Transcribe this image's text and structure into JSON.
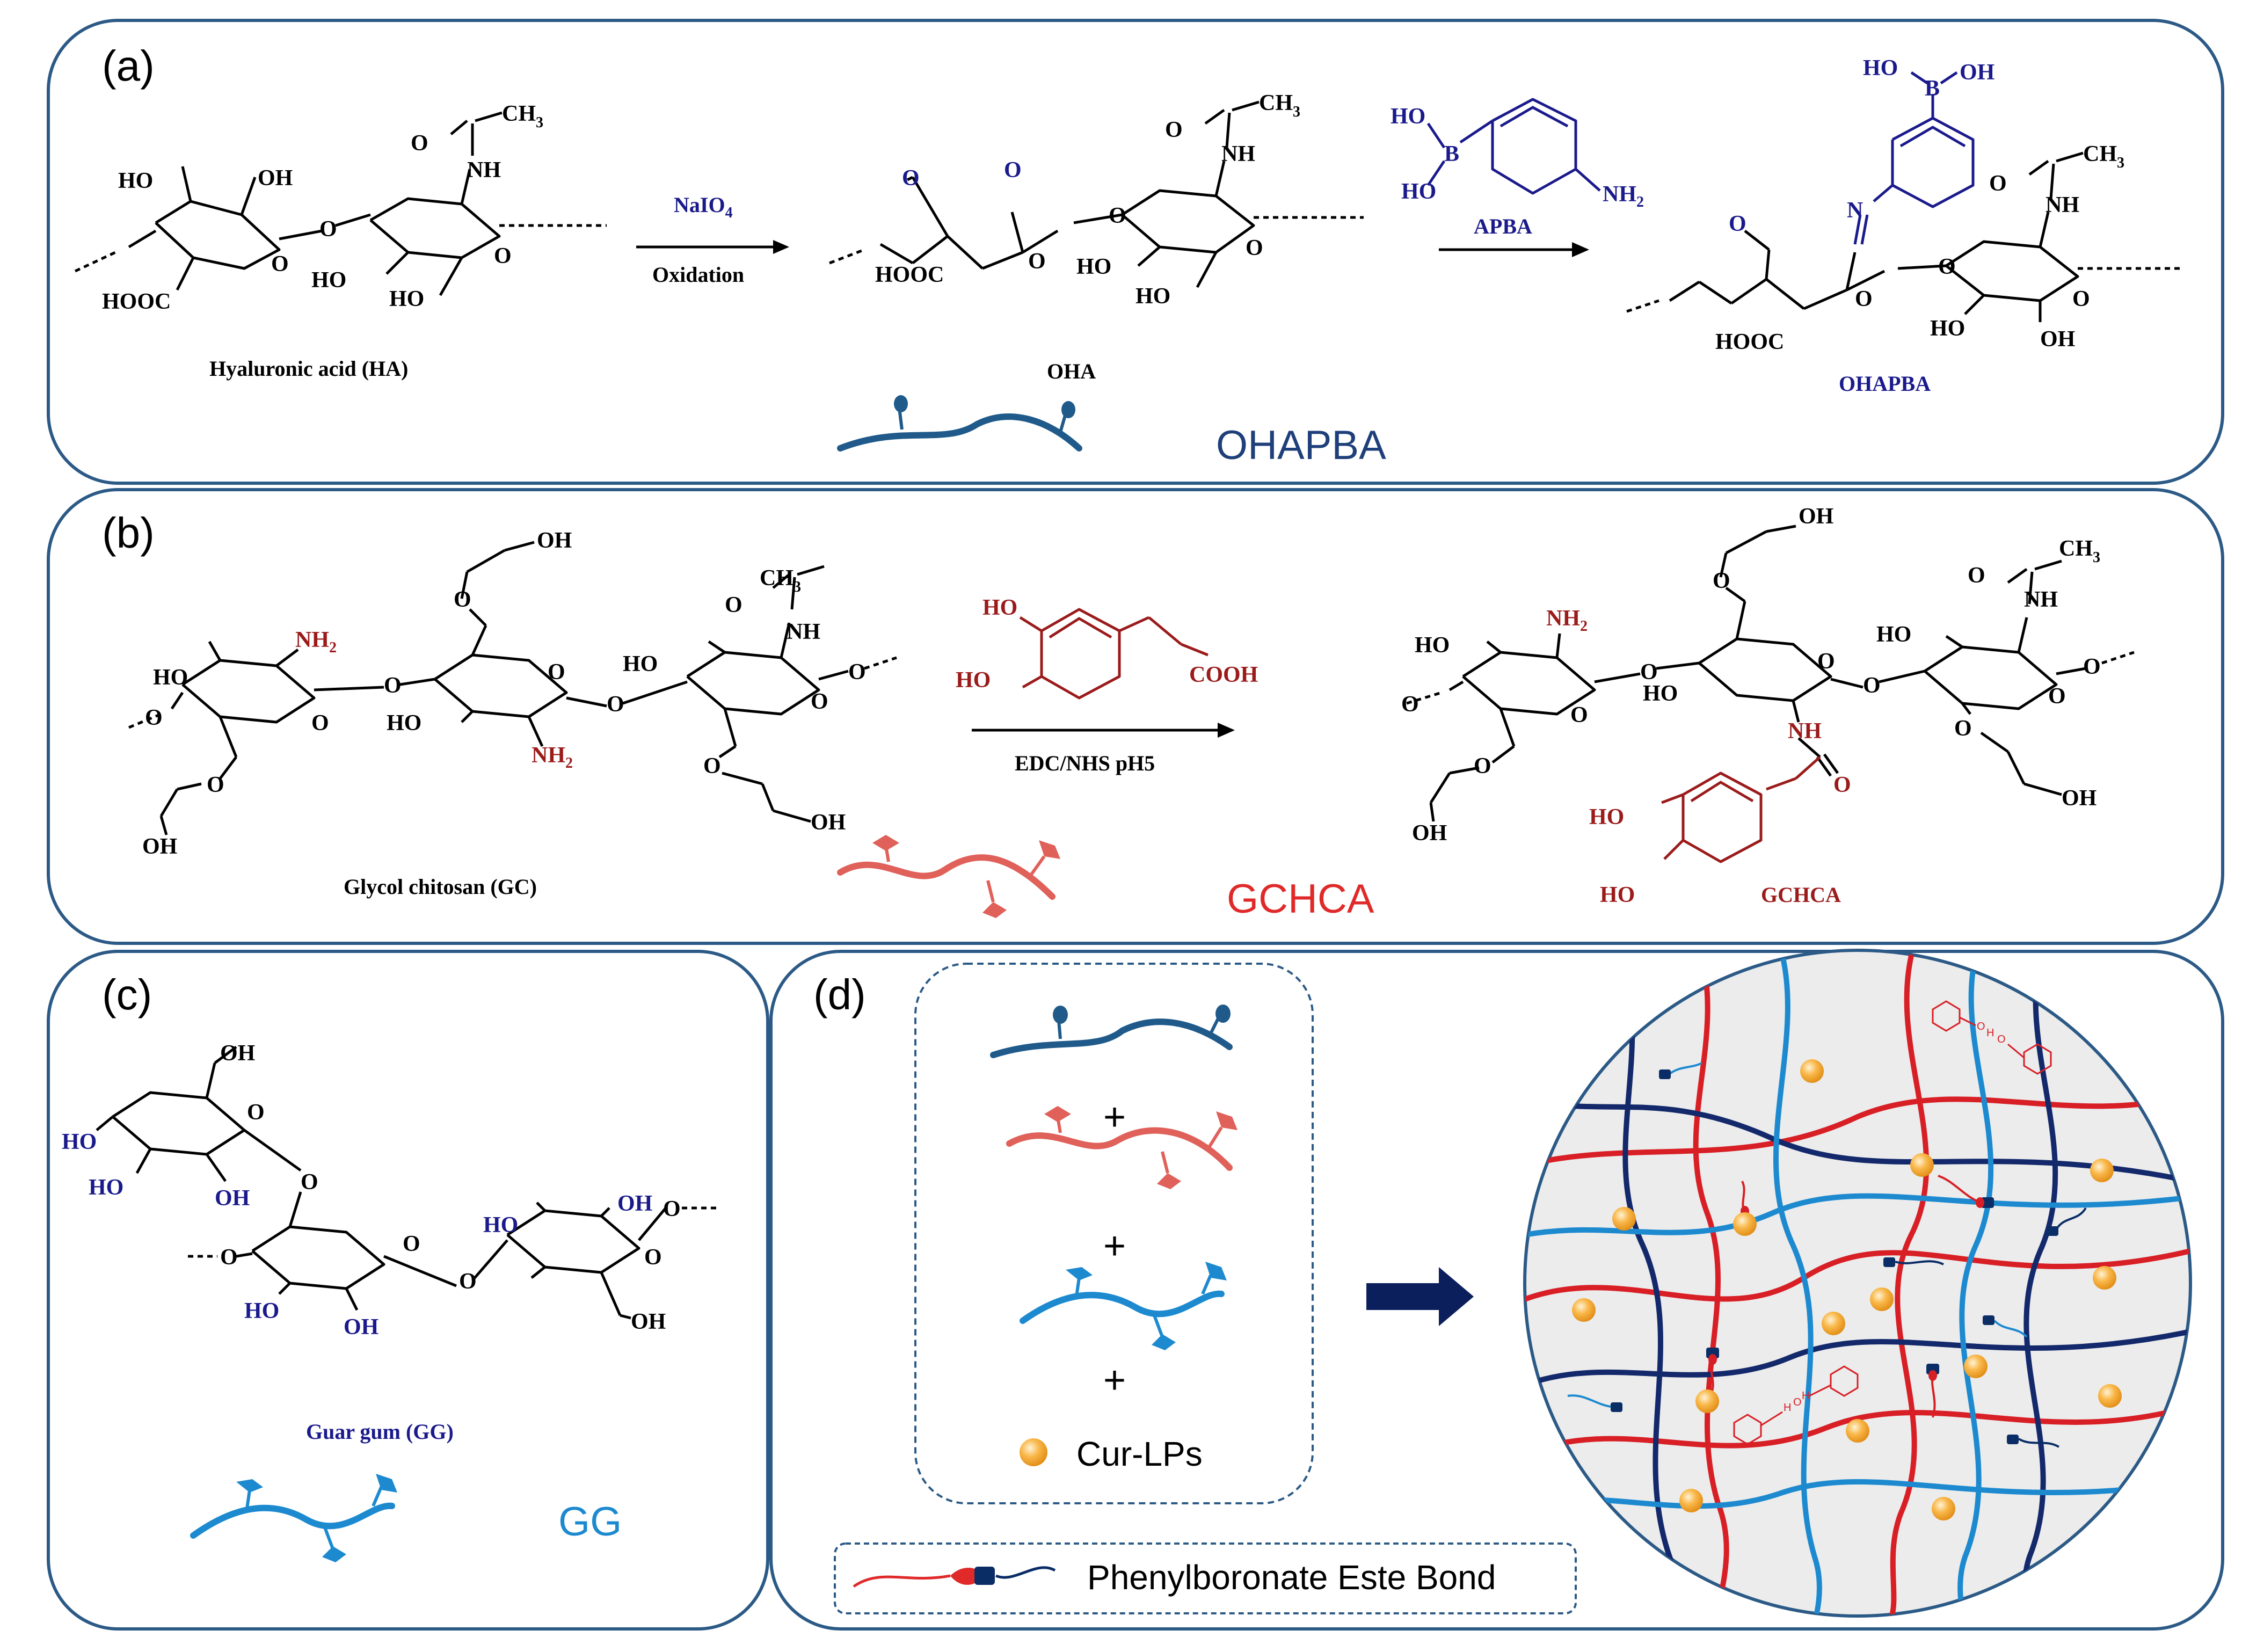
{
  "panels": {
    "a": {
      "letter": "(a)",
      "ha": {
        "ho1": "HO",
        "oh1": "OH",
        "o_ring1": "O",
        "o_link": "O",
        "o_ring2": "O",
        "cooh": "HOOC",
        "ho2": "HO",
        "ho3": "HO",
        "nh": "NH",
        "co": "O",
        "ch3": "CH",
        "ch3_sub": "3"
      },
      "ha_caption": "Hyaluronic acid (HA)",
      "arrow1_top": "NaIO",
      "arrow1_top_sub": "4",
      "arrow1_bottom": "Oxidation",
      "oha": {
        "ald1": "O",
        "ald2": "O",
        "o_ring1": "O",
        "o_link": "O",
        "o_ring2": "O",
        "cooh": "HOOC",
        "ho1": "HO",
        "ho2": "HO",
        "nh": "NH",
        "co": "O",
        "ch3": "CH",
        "ch3_sub": "3"
      },
      "oha_caption": "OHA",
      "apba": {
        "ho1": "HO",
        "ho2": "HO",
        "b": "B",
        "nh2": "NH",
        "nh2_sub": "2"
      },
      "arrow2_label": "APBA",
      "ohapba": {
        "ho1": "HO",
        "oh1": "OH",
        "b": "B",
        "n": "N",
        "ald": "O",
        "o_ring1": "O",
        "o_link": "O",
        "o_ring2": "O",
        "cooh": "HOOC",
        "ho": "HO",
        "oh": "OH",
        "nh": "NH",
        "co": "O",
        "ch3": "CH",
        "ch3_sub": "3"
      },
      "ohapba_caption": "OHAPBA",
      "big_label": "OHAPBA",
      "colors": {
        "chain": "#1f5a8a",
        "big_label": "#1f3f7a"
      }
    },
    "b": {
      "letter": "(b)",
      "gc": {
        "ho1": "HO",
        "nh2a": "NH",
        "nh2a_sub": "2",
        "o_ring1": "O",
        "o_link1": "O",
        "o_side1": "O",
        "oh_bottom": "OH",
        "o_top": "O",
        "oh_top": "OH",
        "o_ring2": "O",
        "ho2": "HO",
        "nh2b": "NH",
        "nh2b_sub": "2",
        "o_link2": "O",
        "ho3": "HO",
        "o_ring3": "O",
        "nh": "NH",
        "co": "O",
        "ch3": "CH",
        "ch3_sub": "3",
        "o_side3": "O",
        "oh3": "OH",
        "o_left": "O",
        "o_right": "O"
      },
      "gc_caption": "Glycol chitosan (GC)",
      "reagent": {
        "ho1": "HO",
        "ho2": "HO",
        "cooh": "COOH"
      },
      "arrow_label": "EDC/NHS pH5",
      "gchca": {
        "ho1": "HO",
        "nh2": "NH",
        "nh2_sub": "2",
        "o_ring1": "O",
        "o_link1": "O",
        "o_top": "O",
        "oh_top": "OH",
        "o_ring2": "O",
        "ho2": "HO",
        "nh": "NH",
        "amide_o": "O",
        "cat_ho1": "HO",
        "cat_ho2": "HO",
        "o_link2": "O",
        "ho3": "HO",
        "o_ring3": "O",
        "nh3": "NH",
        "co": "O",
        "ch3": "CH",
        "ch3_sub": "3",
        "o_side3": "O",
        "oh3": "OH",
        "o_side1": "O",
        "oh1": "OH",
        "o_left": "O",
        "o_right": "O"
      },
      "gchca_caption": "GCHCA",
      "big_label": "GCHCA",
      "colors": {
        "chain": "#e0605a",
        "big_label": "#e02a2a"
      }
    },
    "c": {
      "letter": "(c)",
      "gg": {
        "oh_top": "OH",
        "o_ring1": "O",
        "ho1": "HO",
        "ho2": "HO",
        "oh1": "OH",
        "o_link1": "O",
        "o_left": "O",
        "o_ring2": "O",
        "ho3": "HO",
        "oh2": "OH",
        "o_link2": "O",
        "ho4": "HO",
        "oh3": "OH",
        "o_ring3": "O",
        "o_right": "O",
        "oh4": "OH"
      },
      "gg_caption": "Guar gum (GG)",
      "big_label": "GG",
      "colors": {
        "chain": "#1d8ad0",
        "big_label": "#1d8ad0"
      }
    },
    "d": {
      "letter": "(d)",
      "plus": "+",
      "cur_label": "Cur-LPs",
      "legend_label": "Phenylboronate Este Bond",
      "network_catechol": {
        "o1": "O",
        "h1": "H",
        "o2": "O",
        "h2": "H",
        "o3": "O",
        "h3": "H"
      },
      "colors": {
        "sphere": "#f5a623",
        "arrow": "#0b1f5c",
        "network_bg": "#ececec"
      }
    }
  }
}
